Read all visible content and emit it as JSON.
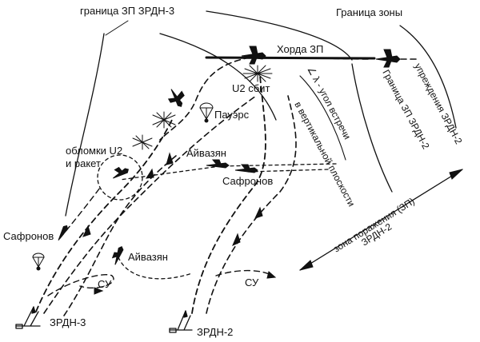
{
  "diagram": {
    "labels": {
      "zone_boundary_3rdn3": "граница ЗП ЗРДН-3",
      "zone_boundary_general": "Граница зоны",
      "zone_chord": "Хорда ЗП",
      "u2_shot_down": "U2 сбит",
      "meeting_angle": "∠ λ - угол встречи",
      "vertical_plane": "в вертикальной плоскости",
      "lead_label": "упреждения ЗРДН-2",
      "zone_boundary_3rdn2": "Граница ЗП ЗРДН-2",
      "powers": "Пауэрс",
      "debris": "обломки U2",
      "and_missiles": "и ракет",
      "ayvazyan_top": "Айвазян",
      "safronov_top": "Сафронов",
      "safronov_left": "Сафронов",
      "ayvazyan_bottom": "Айвазян",
      "kill_zone": "зона поражения (ЗП)",
      "kill_zone_unit": "ЗРДН-2",
      "su_left": "СУ",
      "su_right": "СУ",
      "battalion_3": "ЗРДН-3",
      "battalion_2": "ЗРДН-2"
    },
    "icons": {
      "u2_aircraft": "plane-icon",
      "parachute": "parachute-icon",
      "missile": "missile-icon",
      "explosion": "explosion-icon",
      "launcher": "launcher-icon"
    },
    "colors": {
      "ink": "#111111",
      "background": "#ffffff"
    }
  }
}
